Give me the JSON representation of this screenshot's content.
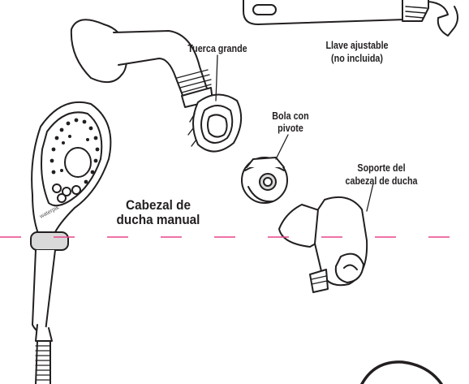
{
  "labels": {
    "large_nut": "Tuerca grande",
    "wrench_line1": "Llave ajustable",
    "wrench_line2": "(no incluida)",
    "ball_line1": "Bola con",
    "ball_line2": "pivote",
    "bracket_line1": "Soporte del",
    "bracket_line2": "cabezal de ducha",
    "handheld_line1": "Cabezal de",
    "handheld_line2": "ducha manual",
    "brand": "waterpik"
  },
  "colors": {
    "outline": "#231f20",
    "dash_line": "#e8458b",
    "highlight": "#d9d9d9",
    "background": "#ffffff"
  },
  "icons": [
    "adjustable-wrench",
    "shower-arm",
    "large-nut",
    "pivot-ball",
    "shower-bracket",
    "handheld-showerhead",
    "hose",
    "no-tool-symbol"
  ]
}
